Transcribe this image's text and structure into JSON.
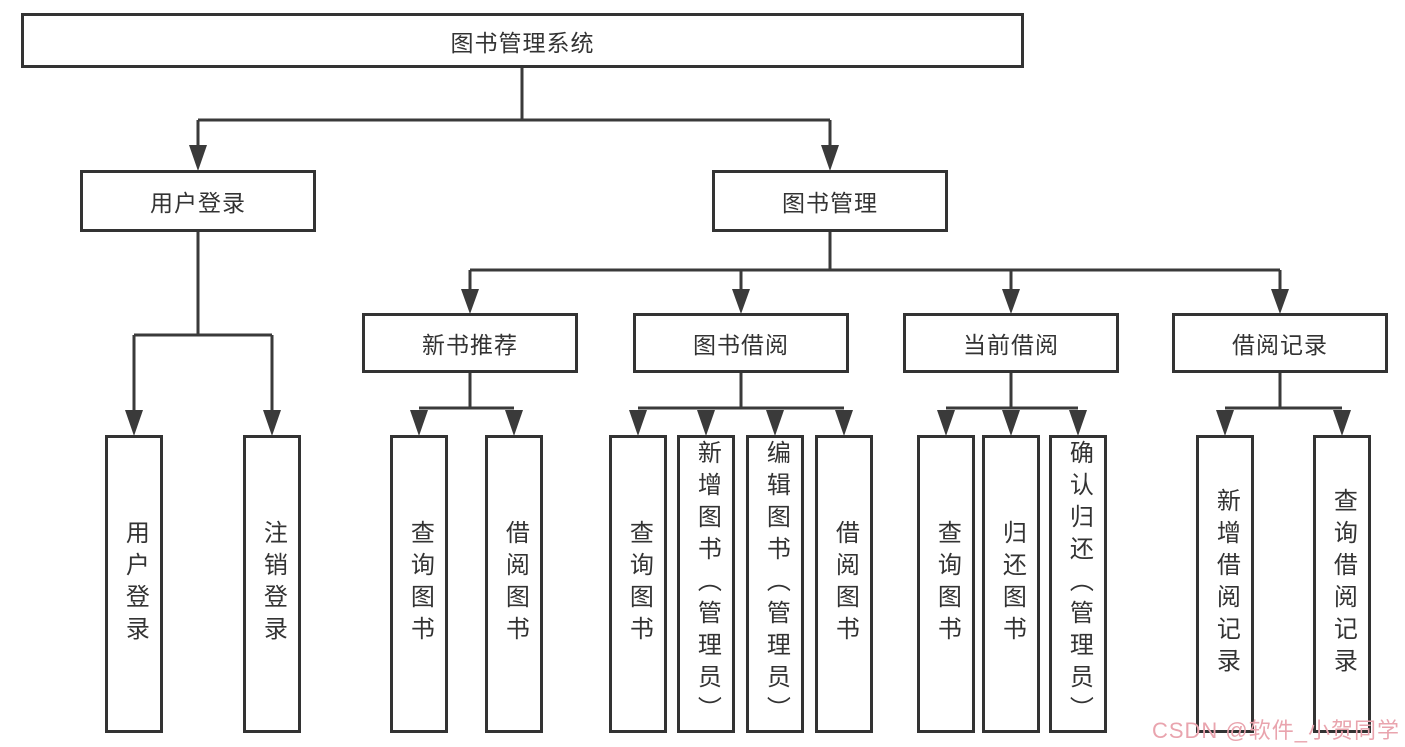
{
  "diagram": {
    "root": {
      "label": "图书管理系统",
      "children": [
        {
          "label": "用户登录",
          "children": [
            {
              "label": "用户登录"
            },
            {
              "label": "注销登录"
            }
          ]
        },
        {
          "label": "图书管理",
          "children": [
            {
              "label": "新书推荐",
              "children": [
                {
                  "label": "查询图书"
                },
                {
                  "label": "借阅图书"
                }
              ]
            },
            {
              "label": "图书借阅",
              "children": [
                {
                  "label": "查询图书"
                },
                {
                  "label": "新增图书（管理员）"
                },
                {
                  "label": "编辑图书（管理员）"
                },
                {
                  "label": "借阅图书"
                }
              ]
            },
            {
              "label": "当前借阅",
              "children": [
                {
                  "label": "查询图书"
                },
                {
                  "label": "归还图书"
                },
                {
                  "label": "确认归还（管理员）"
                }
              ]
            },
            {
              "label": "借阅记录",
              "children": [
                {
                  "label": "新增借阅记录"
                },
                {
                  "label": "查询借阅记录"
                }
              ]
            }
          ]
        }
      ]
    }
  },
  "watermark": {
    "text": "CSDN @软件_小贺同学"
  },
  "colors": {
    "line": "#3a3a3a",
    "box_border": "#333333",
    "text": "#333333",
    "watermark": "#e9a4ae",
    "background": "#ffffff"
  }
}
